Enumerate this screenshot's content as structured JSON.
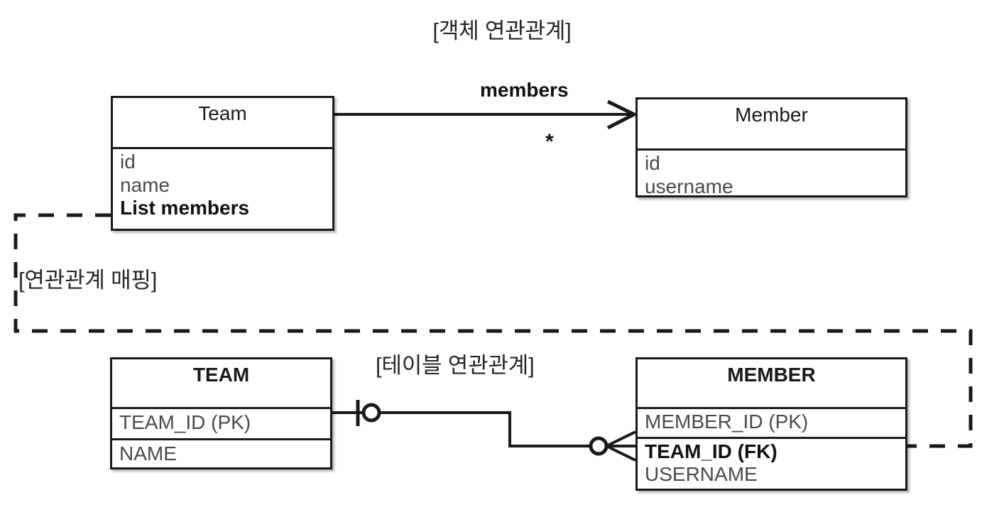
{
  "diagram": {
    "sections": {
      "object_title": "[객체 연관관계]",
      "mapping_title": "[연관관계 매핑]",
      "table_title": "[테이블 연관관계]"
    },
    "object_model": {
      "classes": [
        {
          "name": "Team",
          "attributes": [
            {
              "text": "id",
              "bold": false
            },
            {
              "text": "name",
              "bold": false
            },
            {
              "text": "List members",
              "bold": true
            }
          ]
        },
        {
          "name": "Member",
          "attributes": [
            {
              "text": "id",
              "bold": false
            },
            {
              "text": "username",
              "bold": false
            }
          ]
        }
      ],
      "association": {
        "label": "members",
        "multiplicity": "*",
        "from": "Team",
        "to": "Member",
        "arrow": "open-arrow-right"
      }
    },
    "table_model": {
      "tables": [
        {
          "name": "TEAM",
          "compartments": [
            [
              {
                "text": "TEAM_ID (PK)",
                "bold": false
              }
            ],
            [
              {
                "text": "NAME",
                "bold": false
              }
            ]
          ]
        },
        {
          "name": "MEMBER",
          "compartments": [
            [
              {
                "text": "MEMBER_ID (PK)",
                "bold": false
              }
            ],
            [
              {
                "text": "TEAM_ID (FK)",
                "bold": true
              },
              {
                "text": "USERNAME",
                "bold": false
              }
            ]
          ]
        }
      ],
      "relationship": {
        "left_notation": "one-mandatory-optional",
        "right_notation": "crows-foot-optional-many",
        "from": "TEAM",
        "to": "MEMBER"
      }
    },
    "mapping_link": {
      "style": "dashed",
      "from": "Team.List members",
      "to": "MEMBER.TEAM_ID (FK)",
      "arrow": "arrow-left"
    },
    "colors": {
      "stroke": "#1a1a1a",
      "attribute_text": "#4a4a4a",
      "background": "#ffffff"
    }
  }
}
